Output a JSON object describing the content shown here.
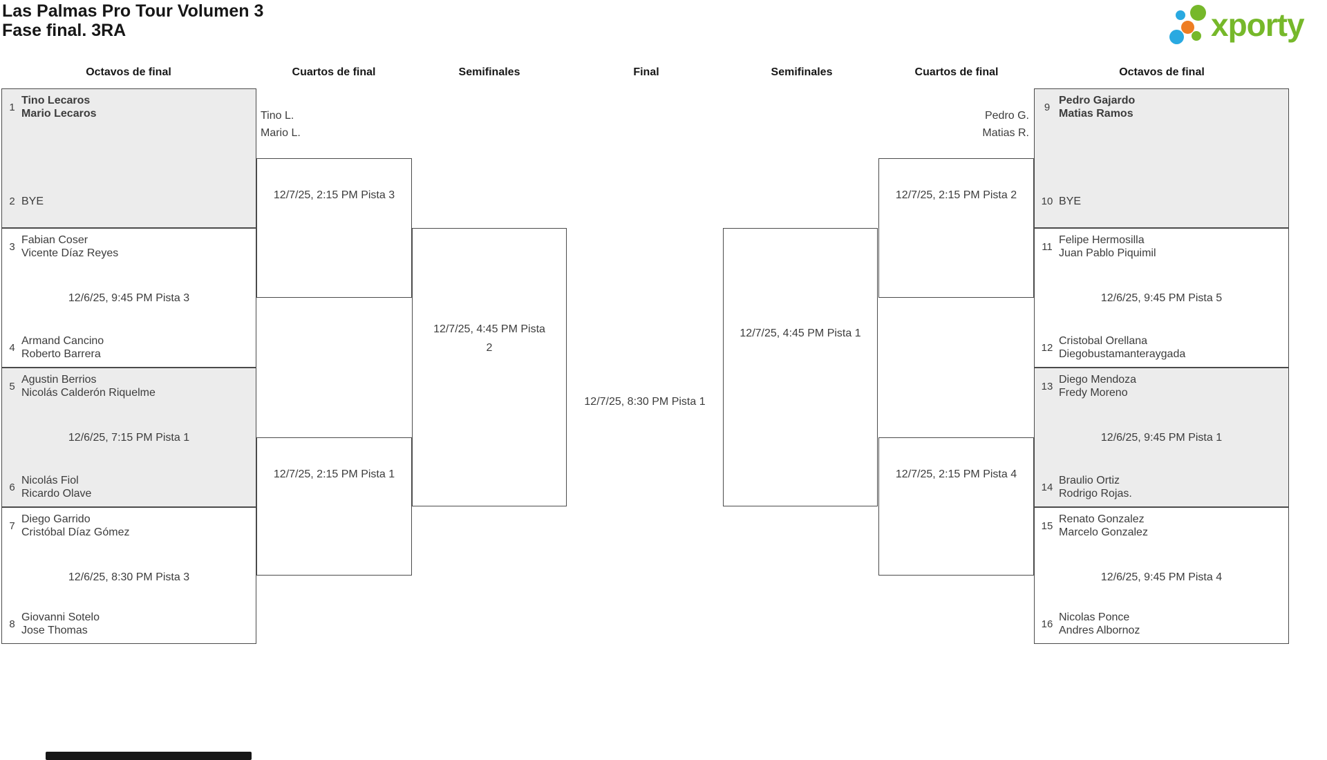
{
  "header": {
    "title": "Las Palmas Pro Tour Volumen 3",
    "subtitle": "Fase final. 3RA",
    "logo_text": "xporty",
    "brand_colors": {
      "green": "#76b82a",
      "blue": "#29a9e1",
      "orange": "#ee7d23"
    }
  },
  "ui_colors": {
    "box_fill": "#ececec",
    "border": "#4a4a4a",
    "text": "#3c3c3c"
  },
  "round_headers": [
    "Octavos de final",
    "Cuartos de final",
    "Semifinales",
    "Final",
    "Semifinales",
    "Cuartos de final",
    "Octavos de final"
  ],
  "bracket": {
    "left_r16": [
      {
        "shaded": true,
        "time": "",
        "top": {
          "seed": "1",
          "name1": "Tino Lecaros",
          "name2": "Mario Lecaros",
          "bold": true
        },
        "bottom": {
          "seed": "2",
          "name1": "BYE",
          "name2": ""
        }
      },
      {
        "shaded": false,
        "time": "12/6/25, 9:45 PM Pista 3",
        "top": {
          "seed": "3",
          "name1": "Fabian Coser",
          "name2": "Vicente Díaz Reyes"
        },
        "bottom": {
          "seed": "4",
          "name1": "Armand Cancino",
          "name2": "Roberto Barrera"
        }
      },
      {
        "shaded": true,
        "time": "12/6/25, 7:15 PM Pista 1",
        "top": {
          "seed": "5",
          "name1": "Agustin Berrios",
          "name2": "Nicolás Calderón Riquelme"
        },
        "bottom": {
          "seed": "6",
          "name1": "Nicolás Fiol",
          "name2": "Ricardo Olave"
        }
      },
      {
        "shaded": false,
        "time": "12/6/25, 8:30 PM Pista 3",
        "top": {
          "seed": "7",
          "name1": "Diego Garrido",
          "name2": "Cristóbal Díaz Gómez"
        },
        "bottom": {
          "seed": "8",
          "name1": "Giovanni Sotelo",
          "name2": "Jose Thomas"
        }
      }
    ],
    "right_r16": [
      {
        "shaded": true,
        "time": "",
        "top": {
          "seed": "9",
          "name1": "Pedro Gajardo",
          "name2": "Matias Ramos",
          "bold": true
        },
        "bottom": {
          "seed": "10",
          "name1": "BYE",
          "name2": ""
        }
      },
      {
        "shaded": false,
        "time": "12/6/25, 9:45 PM Pista 5",
        "top": {
          "seed": "11",
          "name1": "Felipe Hermosilla",
          "name2": "Juan Pablo Piquimil"
        },
        "bottom": {
          "seed": "12",
          "name1": "Cristobal Orellana",
          "name2": "Diegobustamanteraygada"
        }
      },
      {
        "shaded": true,
        "time": "12/6/25, 9:45 PM Pista 1",
        "top": {
          "seed": "13",
          "name1": "Diego Mendoza",
          "name2": "Fredy Moreno"
        },
        "bottom": {
          "seed": "14",
          "name1": "Braulio Ortiz",
          "name2": "Rodrigo Rojas."
        }
      },
      {
        "shaded": false,
        "time": "12/6/25, 9:45 PM Pista 4",
        "top": {
          "seed": "15",
          "name1": "Renato Gonzalez",
          "name2": "Marcelo Gonzalez"
        },
        "bottom": {
          "seed": "16",
          "name1": "Nicolas Ponce",
          "name2": "Andres Albornoz"
        }
      }
    ],
    "left_qf": [
      {
        "advanced1": "Tino L.",
        "advanced2": "Mario L.",
        "time": "12/7/25, 2:15 PM Pista 3"
      },
      {
        "advanced1": "",
        "advanced2": "",
        "time": "12/7/25, 2:15 PM Pista 1"
      }
    ],
    "right_qf": [
      {
        "advanced1": "Pedro G.",
        "advanced2": "Matias R.",
        "time": "12/7/25, 2:15 PM Pista 2"
      },
      {
        "advanced1": "",
        "advanced2": "",
        "time": "12/7/25, 2:15 PM Pista 4"
      }
    ],
    "left_sf": {
      "time": "12/7/25, 4:45 PM Pista 2"
    },
    "right_sf": {
      "time": "12/7/25, 4:45 PM Pista 1"
    },
    "final": {
      "time": "12/7/25, 8:30 PM Pista 1"
    }
  }
}
